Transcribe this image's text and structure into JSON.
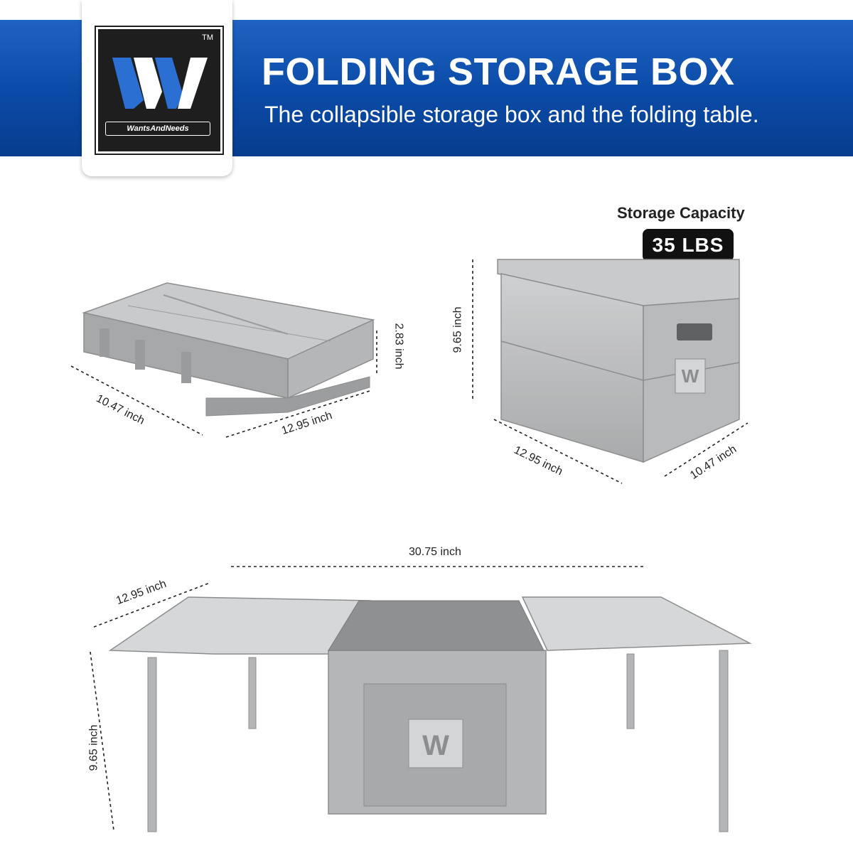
{
  "brand": {
    "tm": "TM",
    "name": "WantsAndNeeds"
  },
  "header": {
    "title": "FOLDING STORAGE BOX",
    "subtitle": "The collapsible storage box and the folding table."
  },
  "capacity": {
    "label": "Storage Capacity",
    "value": "35 LBS"
  },
  "folded": {
    "height": "2.83  inch",
    "depth": "10.47 inch",
    "width": "12.95 inch"
  },
  "assembled": {
    "height": "9.65  inch",
    "width": "12.95 inch",
    "depth": "10.47 inch"
  },
  "table": {
    "length": "30.75 inch",
    "depth": "12.95 inch",
    "height": "9.65  inch"
  },
  "colors": {
    "banner_blue": "#0a4aa6",
    "product_gray": "#b9babb",
    "logo_blue": "#2a6fd1"
  }
}
